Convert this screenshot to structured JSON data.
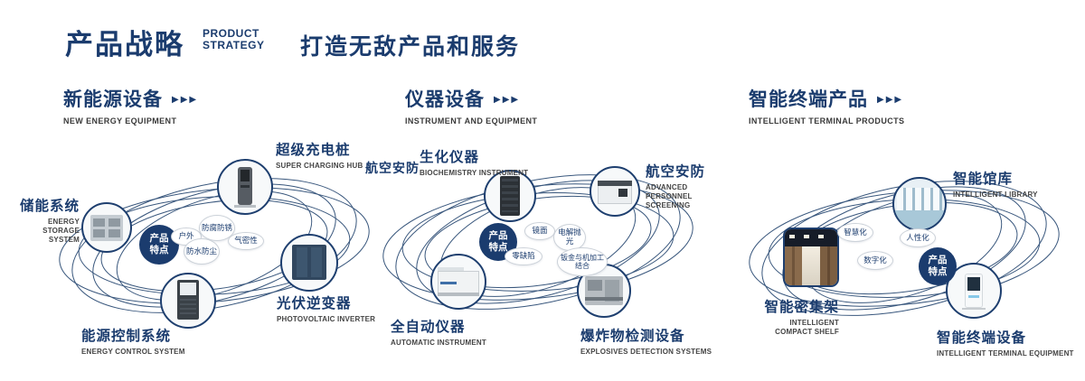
{
  "page": {
    "title_cn": "产品战略",
    "title_en_line1": "PRODUCT",
    "title_en_line2": "STRATEGY",
    "slogan": "打造无敌产品和服务"
  },
  "icons": {
    "triple_arrow": "▶▶▶"
  },
  "colors": {
    "navy": "#1b3c6e",
    "orbit": "#24456f",
    "text_gray": "#444444"
  },
  "sections": [
    {
      "title_cn": "新能源设备",
      "title_en": "NEW ENERGY EQUIPMENT",
      "center_label": "产品特点",
      "features": [
        "户外",
        "防腐防锈",
        "气密性",
        "防水防尘"
      ],
      "items": [
        {
          "label_cn": "储能系统",
          "label_en": "ENERGY STORAGE SYSTEM"
        },
        {
          "label_cn": "超级充电桩",
          "label_en": "SUPER CHARGING HUB"
        },
        {
          "label_cn": "光伏逆变器",
          "label_en": "PHOTOVOLTAIC INVERTER"
        },
        {
          "label_cn": "能源控制系统",
          "label_en": "ENERGY CONTROL SYSTEM"
        }
      ]
    },
    {
      "title_cn": "仪器设备",
      "title_en": "INSTRUMENT AND EQUIPMENT",
      "extra_label": "航空安防",
      "center_label": "产品特点",
      "features": [
        "镜面",
        "电解抛光",
        "零缺陷",
        "钣金与机加工结合"
      ],
      "items": [
        {
          "label_cn": "生化仪器",
          "label_en": "BIOCHEMISTRY INSTRUMENT"
        },
        {
          "label_cn": "航空安防",
          "label_en": "ADVANCED PERSONNEL SCREENING"
        },
        {
          "label_cn": "全自动仪器",
          "label_en": "AUTOMATIC INSTRUMENT"
        },
        {
          "label_cn": "爆炸物检测设备",
          "label_en": "EXPLOSIVES DETECTION SYSTEMS"
        }
      ]
    },
    {
      "title_cn": "智能终端产品",
      "title_en": "INTELLIGENT TERMINAL PRODUCTS",
      "center_label": "产品特点",
      "features": [
        "智慧化",
        "人性化",
        "数字化"
      ],
      "items": [
        {
          "label_cn": "智能馆库",
          "label_en": "INTELLIGENT LIBRARY"
        },
        {
          "label_cn": "智能密集架",
          "label_en": "INTELLIGENT COMPACT SHELF"
        },
        {
          "label_cn": "智能终端设备",
          "label_en": "INTELLIGENT TERMINAL EQUIPMENT"
        }
      ]
    }
  ]
}
